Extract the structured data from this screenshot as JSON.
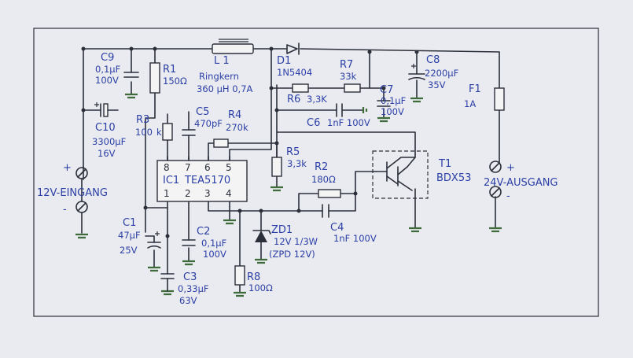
{
  "labels": {
    "L1": "L 1",
    "L1_desc1": "Ringkern",
    "L1_desc2": "360 µH 0,7A",
    "D1": "D1",
    "D1_val": "1N5404",
    "R7": "R7",
    "R7_val": "33k",
    "C8": "C8",
    "C8_val1": "2200µF",
    "C8_val2": "35V",
    "C9": "C9",
    "C9_val1": "0,1µF",
    "C9_val2": "100V",
    "R1": "R1",
    "R1_val": "150Ω",
    "C7": "C7",
    "C7_val1": "0,1µF",
    "C7_val2": "100V",
    "R6": "R6",
    "R6_val": "3,3K",
    "C6": "C6",
    "C6_val": "1nF 100V",
    "F1": "F1",
    "F1_val": "1A",
    "C10": "C10",
    "C10_val1": "3300µF",
    "C10_val2": "16V",
    "R3": "R3",
    "R3_val1": "100",
    "R3_val2": "k",
    "C5": "C5",
    "C5_val": "470pF",
    "R4": "R4",
    "R4_val": "270k",
    "R5": "R5",
    "R5_val": "3,3k",
    "R2": "R2",
    "R2_val": "180Ω",
    "T1": "T1",
    "T1_val": "BDX53",
    "IC1": "IC1",
    "IC1_val": "TEA5170",
    "pin8": "8",
    "pin7": "7",
    "pin6": "6",
    "pin5": "5",
    "pin1": "1",
    "pin2": "2",
    "pin3": "3",
    "pin4": "4",
    "in_plus": "+",
    "in_minus": "-",
    "in_label": "12V-EINGANG",
    "out_plus": "+",
    "out_minus": "-",
    "out_label": "24V-AUSGANG",
    "C1": "C1",
    "C1_val1": "47µF",
    "C1_val2": "25V",
    "C2": "C2",
    "C2_val1": "0,1µF",
    "C2_val2": "100V",
    "C3": "C3",
    "C3_val1": "0,33µF",
    "C3_val2": "63V",
    "C4": "C4",
    "C4_val": "1nF 100V",
    "ZD1": "ZD1",
    "ZD1_val1": "12V 1/3W",
    "ZD1_val2": "(ZPD 12V)",
    "R8": "R8",
    "R8_val": "100Ω"
  },
  "colors": {
    "ink": "#2c3fa6",
    "wire": "#2b2f3a",
    "ground": "#3f6b3a",
    "paper": "#e9ebf0"
  }
}
